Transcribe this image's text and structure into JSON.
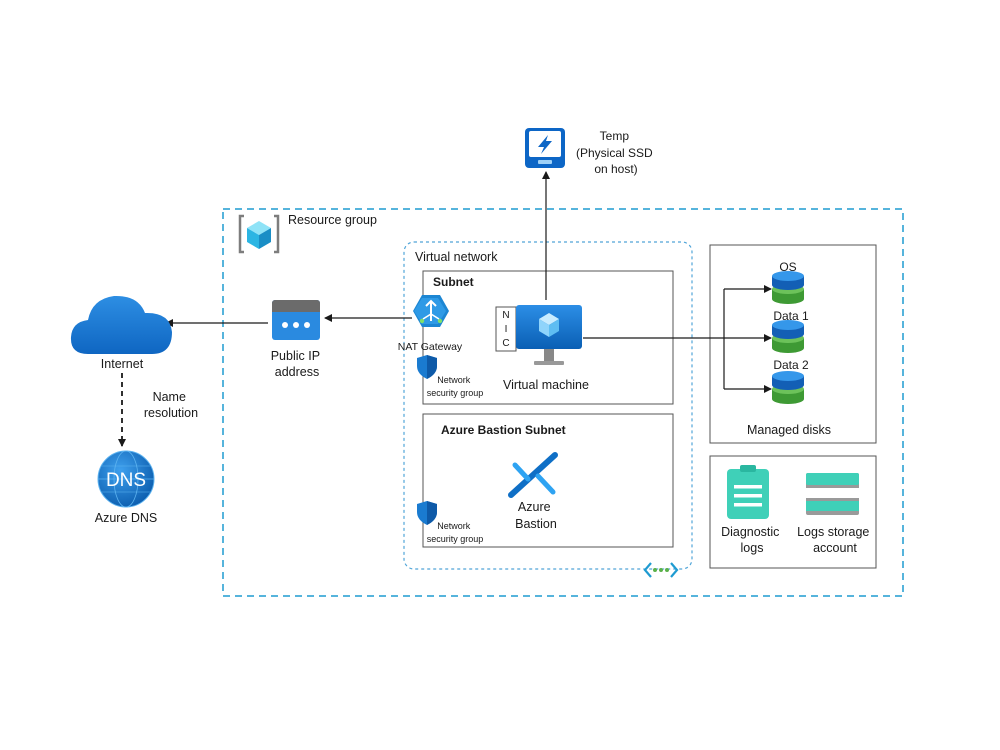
{
  "labels": {
    "temp": [
      "Temp",
      "(Physical SSD",
      "on host)"
    ],
    "resource_group": "Resource group",
    "virtual_network": "Virtual network",
    "subnet": "Subnet",
    "nat_gateway": "NAT Gateway",
    "nic": [
      "N",
      "I",
      "C"
    ],
    "virtual_machine": "Virtual machine",
    "nsg": [
      "Network",
      "security group"
    ],
    "bastion_subnet": "Azure Bastion Subnet",
    "azure_bastion": [
      "Azure",
      "Bastion"
    ],
    "public_ip": [
      "Public IP",
      "address"
    ],
    "internet": "Internet",
    "name_resolution": [
      "Name",
      "resolution"
    ],
    "dns_text": "DNS",
    "azure_dns": "Azure DNS",
    "disk_os": "OS",
    "disk_data1": "Data 1",
    "disk_data2": "Data 2",
    "managed_disks": "Managed disks",
    "diagnostic_logs": [
      "Diagnostic",
      "logs"
    ],
    "logs_storage": [
      "Logs storage",
      "account"
    ]
  },
  "colors": {
    "azure_blue": "#0078d4",
    "container_dash": "#1f9bd1",
    "vnet_dash": "#50a5d8",
    "box_border": "#555555",
    "disk_blue": "#1b7fd6",
    "disk_green": "#5bb14a",
    "teal": "#3fd0b8",
    "arrow": "#1a1a1a"
  },
  "icons": {
    "ssd": "ssd-icon",
    "resource_group": "resource-group-icon",
    "nat": "nat-gateway-icon",
    "vm": "virtual-machine-icon",
    "shield": "shield-icon",
    "bastion": "bastion-icon",
    "public_ip": "public-ip-icon",
    "cloud": "cloud-icon",
    "dns": "dns-icon",
    "disk": "disk-icon",
    "diagnostic": "diagnostic-logs-icon",
    "storage": "storage-account-icon",
    "vnet": "virtual-network-icon"
  }
}
